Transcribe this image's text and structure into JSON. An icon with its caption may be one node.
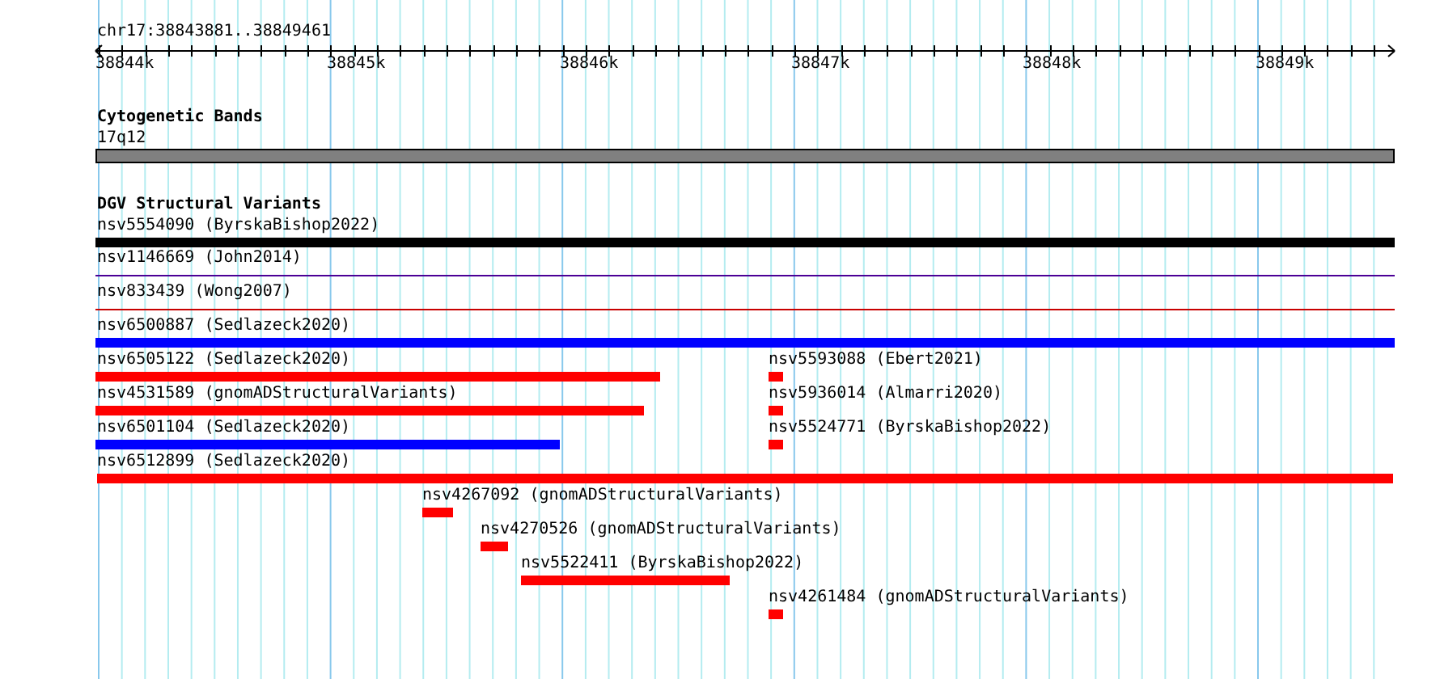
{
  "diagram": {
    "nodes": [
      {
        "text": [
          "17q12"
        ]
      },
      {
        "text": [
          "nsv5554090 (ByrskaBishop2022)"
        ]
      },
      {
        "text": [
          "nsv1146669 (John2014)"
        ]
      },
      {
        "text": [
          "nsv833439 (Wong2007)"
        ]
      },
      {
        "text": [
          "nsv6500887 (Sedlazeck2020)"
        ]
      },
      {
        "text": [
          "nsv6505122 (Sedlazeck2020)"
        ]
      },
      {
        "text": [
          "nsv5593088 (Ebert2021)"
        ]
      },
      {
        "text": [
          "nsv4531589 (gnomADStructuralVariants)"
        ]
      },
      {
        "text": [
          "nsv5936014 (Almarri2020)"
        ]
      },
      {
        "text": [
          "nsv6501104 (Sedlazeck2020)"
        ]
      },
      {
        "text": [
          "nsv5524771 (ByrskaBishop2022)"
        ]
      },
      {
        "text": [
          "nsv6512899 (Sedlazeck2020)"
        ]
      },
      {
        "text": [
          "nsv4267092 (gnomADStructuralVariants)"
        ]
      },
      {
        "text": [
          "nsv4270526 (gnomADStructuralVariants)"
        ]
      },
      {
        "text": [
          "nsv5522411 (ByrskaBishop2022)"
        ]
      },
      {
        "text": [
          "nsv4261484 (gnomADStructuralVariants)"
        ]
      }
    ],
    "labels": [
      "chr17:38843881..38849461",
      "38844k",
      "38845k",
      "38846k",
      "38847k",
      "38848k",
      "38849k",
      "Cytogenetic Bands",
      "DGV Structural Variants"
    ]
  }
}
